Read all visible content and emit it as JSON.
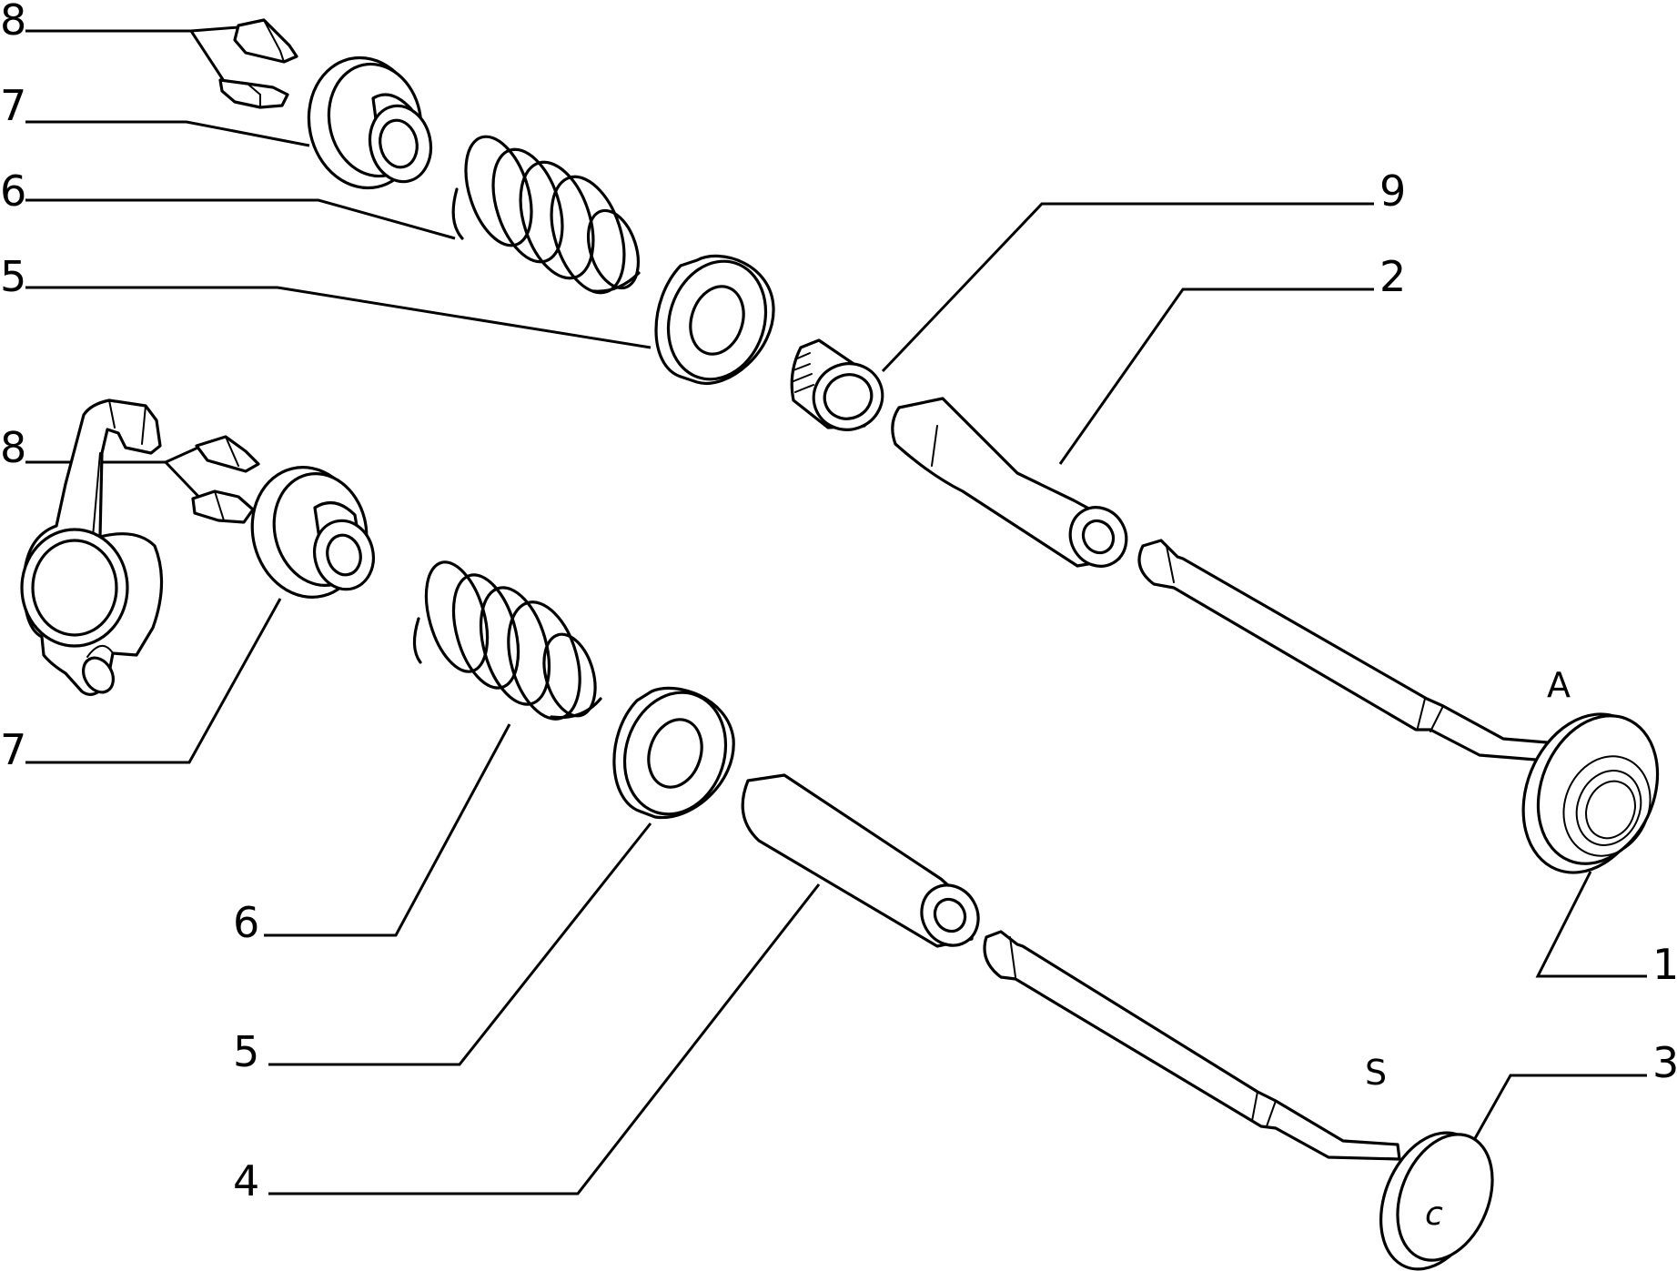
{
  "callouts": {
    "n1": "1",
    "n2": "2",
    "n3": "3",
    "n4": "4",
    "n5a": "5",
    "n5b": "5",
    "n6a": "6",
    "n6b": "6",
    "n7a": "7",
    "n7b": "7",
    "n8a": "8",
    "n8b": "8",
    "n9": "9"
  },
  "valve_letters": {
    "intake": "A",
    "exhaust": "S",
    "exhaust_face_mark": "c"
  },
  "style": {
    "line_color": "#000000",
    "background": "#ffffff"
  }
}
